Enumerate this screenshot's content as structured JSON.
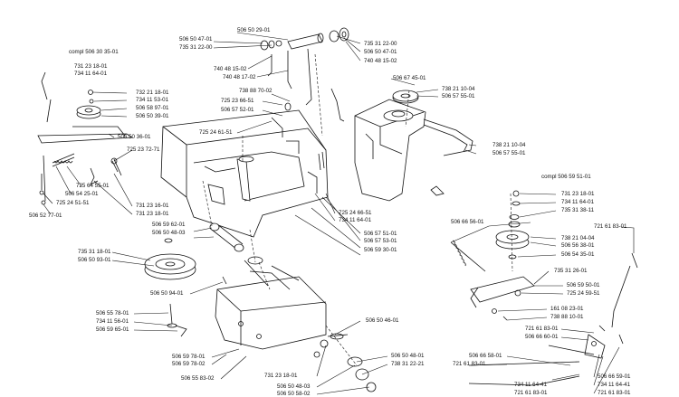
{
  "labels": {
    "compi_a": "compl 506 30 35-01",
    "l73123": "731 23 18-01",
    "l73411a": "734 11 64-01",
    "l73221": "732 21 18-01",
    "l50658": "506 58 97-01",
    "l50650_39": "506 50 39-01",
    "l50650_36": "506 50 36-01",
    "l72523_72": "725 23 72-71",
    "l72564": "725 64 55-01",
    "l50654": "506 54 25-01",
    "l72524_51": "725 24 51-51",
    "l50652": "506 52 77-01",
    "l73411b": "734 11 53-01",
    "l73123b": "731 23 16-01",
    "l50650_47a": "506 50 47-01",
    "l73531a": "735 31 22-00",
    "l50650_29": "506 50 29-01",
    "l73531b": "735 31 22-00",
    "l50650_47b": "506 50 47-01",
    "l74048a": "740 48 15-02",
    "l74048b": "740 48 15-02",
    "l74048c": "740 48 17-02",
    "l73888": "738 88 70-02",
    "l72523_66": "725 23 66-51",
    "l50657_52": "506 57 52-01",
    "l72524_61": "725 24 61-51",
    "l50667": "506 67 45-01",
    "l73821a": "738 21 10-04",
    "l50657_55a": "506 57 55-01",
    "l73821b": "738 21 10-04",
    "l50657_55b": "506 57 55-01",
    "compi_b": "compl 506 59 51-01",
    "r73123": "731 23 18-01",
    "r73411": "734 11 64-01",
    "r73531": "735 31 38-11",
    "r73821": "738 21 04-04",
    "r50656": "506 56 38-01",
    "r50654": "506 54 35-01",
    "r73531b": "735 31 26-01",
    "r50659": "506 59 50-01",
    "r72524": "725 24 59-51",
    "r16108": "161 08 23-01",
    "r73888": "738 88 10-01",
    "r72161a": "721 61 83-01",
    "r50666a": "506 66 56-01",
    "r72161b": "721 61 83-01",
    "r50666b": "506 66 60-01",
    "r50666c": "506 66 58-01",
    "r72161c": "721 61 83-01",
    "r73411b": "734 11 64-41",
    "r72161d": "721 61 83-01",
    "r50666d": "506 66 59-01",
    "r73411c": "734 11 64-41",
    "r72161e": "721 61 83-01",
    "m72524_66": "725 24 66-51",
    "m73411": "734 11 64-01",
    "m50659_62": "506 59 62-01",
    "m50650_48": "506 50 48-03",
    "m50657_51": "506 57 51-01",
    "m50657_53": "506 57 53-01",
    "m50659_30": "506 59 30-01",
    "m73531": "735 31 18-01",
    "m50650_93": "506 50 93-01",
    "m50650_94": "506 50 94-01",
    "m50655": "506 55 78-01",
    "m73411b": "734 11 56-01",
    "m50659_65": "506 59 65-01",
    "m50659_78a": "506 59 78-01",
    "m50659_78b": "506 59 78-02",
    "m50655_83": "506 55 83-02",
    "m73123": "731 23 18-01",
    "m50650_46": "506 50 46-01",
    "m50650_48b": "506 50 48-01",
    "m73831": "738 31 22-21",
    "m50650_48c": "506 50 48-03",
    "m50650_58": "506 50 58-02"
  }
}
